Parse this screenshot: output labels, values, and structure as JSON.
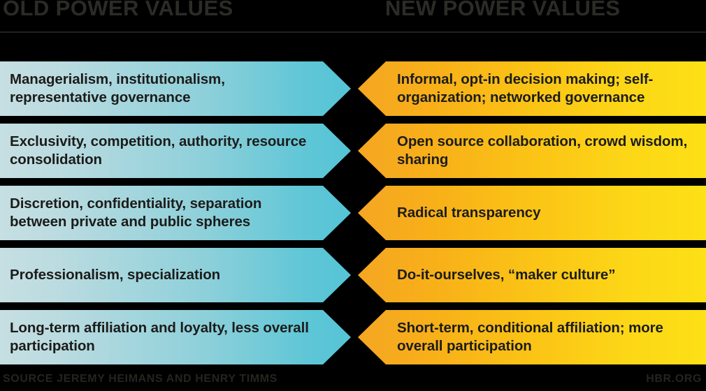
{
  "header": {
    "left_title": "OLD POWER VALUES",
    "right_title": "NEW POWER VALUES"
  },
  "colors": {
    "background": "#000000",
    "header_text": "#2b2b28",
    "old_power_gradient_start": "#c6dfe2",
    "old_power_gradient_end": "#55c4d6",
    "new_power_gradient_start": "#f5a623",
    "new_power_gradient_end": "#fde016",
    "cell_text": "#1c1c1a",
    "footer_text": "#26241f",
    "rule": "#2a2420"
  },
  "rows": [
    {
      "old": "Managerialism, institutionalism, representative governance",
      "new": "Informal, opt-in decision making; self-organization; networked governance"
    },
    {
      "old": "Exclusivity, competition, authority, resource consolidation",
      "new": "Open source collaboration, crowd wisdom, sharing"
    },
    {
      "old": "Discretion, confidentiality, separation between private and public spheres",
      "new": "Radical transparency"
    },
    {
      "old": "Professionalism, specialization",
      "new": "Do-it-ourselves, “maker culture”"
    },
    {
      "old": "Long-term affiliation and loyalty, less overall participation",
      "new": "Short-term, conditional affiliation; more overall participation"
    }
  ],
  "footer": {
    "source": "SOURCE JEREMY HEIMANS AND HENRY TIMMS",
    "brand": "HBR.ORG"
  }
}
